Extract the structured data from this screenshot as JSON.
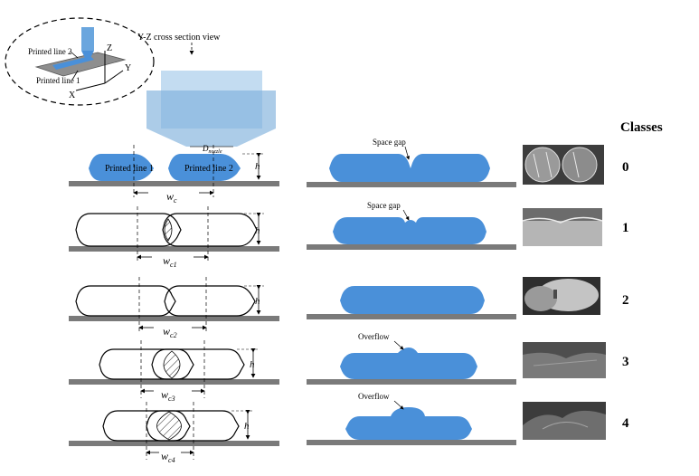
{
  "inset": {
    "printed_line_2": "Printed line 2",
    "printed_line_1": "Printed line 1",
    "axis_x": "X",
    "axis_y": "Y",
    "axis_z": "Z"
  },
  "cross_section_label": "Y-Z cross section view",
  "nozzle": {
    "d_main": "D",
    "d_sub": "nozzle"
  },
  "classes_title": "Classes",
  "top_row": {
    "line1": "Printed line 1",
    "line2": "Printed line 2"
  },
  "rows": [
    {
      "class": "0",
      "w_main": "w",
      "w_sub": "c",
      "h": "h",
      "annotation": "Space gap"
    },
    {
      "class": "1",
      "w_main": "w",
      "w_sub": "c1",
      "h": "h",
      "annotation": "Space gap"
    },
    {
      "class": "2",
      "w_main": "w",
      "w_sub": "c2",
      "h": "h",
      "annotation": ""
    },
    {
      "class": "3",
      "w_main": "w",
      "w_sub": "c3",
      "h": "h",
      "annotation": "Overflow"
    },
    {
      "class": "4",
      "w_main": "w",
      "w_sub": "c4",
      "h": "h",
      "annotation": "Overflow"
    }
  ],
  "colors": {
    "blue": "#4a90d9",
    "substrate": "#7a7a7a",
    "nozzle": "#9ec5e8"
  }
}
